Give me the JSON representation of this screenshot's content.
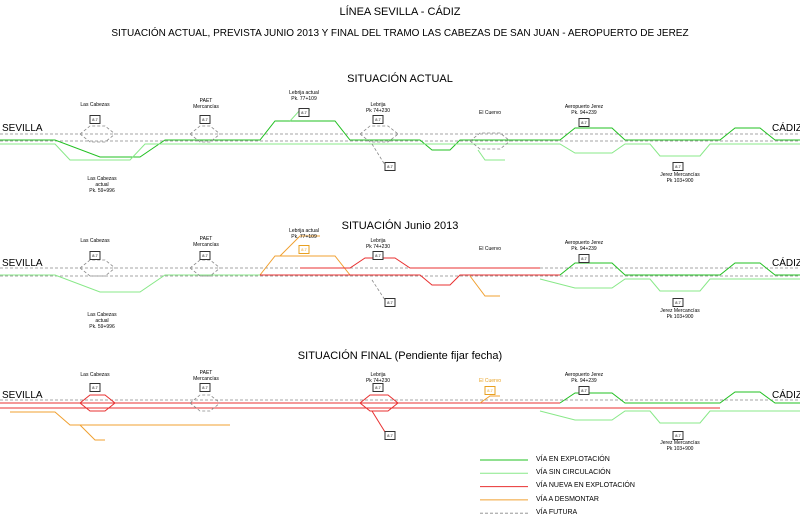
{
  "header": {
    "title": "LÍNEA SEVILLA - CÁDIZ",
    "subtitle": "SITUACIÓN ACTUAL, PREVISTA JUNIO 2013 Y FINAL DEL TRAMO LAS CABEZAS DE SAN JUAN - AEROPUERTO DE JEREZ"
  },
  "colors": {
    "explotacion": "#22c022",
    "sin_circulacion": "#88e888",
    "nueva": "#e83030",
    "desmontar": "#f0a030",
    "futura": "#888888"
  },
  "sections": [
    {
      "title": "SITUACIÓN ACTUAL",
      "left_end": "SEVILLA",
      "right_end": "CÁDIZ",
      "labels": {
        "cabezas": "Las Cabezas",
        "paet": "PAET\nMercancías",
        "lebrija_actual": "Lebrija actual\nPk. 77+109",
        "lebrija": "Lebrija\nPk 74+230",
        "cuervo": "El Cuervo",
        "aeropuerto": "Aeropuerto Jerez\nPk. 94+239",
        "cabezas_actual": "Las Cabezas\nactual\nPk. 59+996",
        "jerez_merc": "Jerez Mercancías\nPk 103+900"
      }
    },
    {
      "title": "SITUACIÓN Junio 2013",
      "left_end": "SEVILLA",
      "right_end": "CÁDIZ",
      "labels": {
        "cabezas": "Las Cabezas",
        "paet": "PAET\nMercancías",
        "lebrija_actual": "Lebrija actual\nPk. 77+109",
        "lebrija": "Lebrija\nPk 74+230",
        "cuervo": "El Cuervo",
        "aeropuerto": "Aeropuerto Jerez\nPk. 94+239",
        "cabezas_actual": "Las Cabezas\nactual\nPk. 59+996",
        "jerez_merc": "Jerez Mercancías\nPk 103+900"
      }
    },
    {
      "title": "SITUACIÓN FINAL  (Pendiente fijar fecha)",
      "left_end": "SEVILLA",
      "right_end": "CÁDIZ",
      "labels": {
        "cabezas": "Las Cabezas",
        "paet": "PAET\nMercancías",
        "lebrija": "Lebrija\nPk 74+230",
        "cuervo": "El Cuervo",
        "aeropuerto": "Aeropuerto Jerez\nPk. 94+239",
        "jerez_merc": "Jerez Mercancías\nPk 103+900"
      }
    }
  ],
  "legend": [
    {
      "label": "VÍA EN EXPLOTACIÓN",
      "color": "#22c022",
      "style": "solid"
    },
    {
      "label": "VÍA SIN CIRCULACIÓN",
      "color": "#88e888",
      "style": "solid"
    },
    {
      "label": "VÍA NUEVA EN EXPLOTACIÓN",
      "color": "#e83030",
      "style": "solid"
    },
    {
      "label": "VÍA A DESMONTAR",
      "color": "#f0a030",
      "style": "solid"
    },
    {
      "label": "VÍA FUTURA",
      "color": "#888888",
      "style": "dashed"
    }
  ],
  "km_box": "8.7"
}
